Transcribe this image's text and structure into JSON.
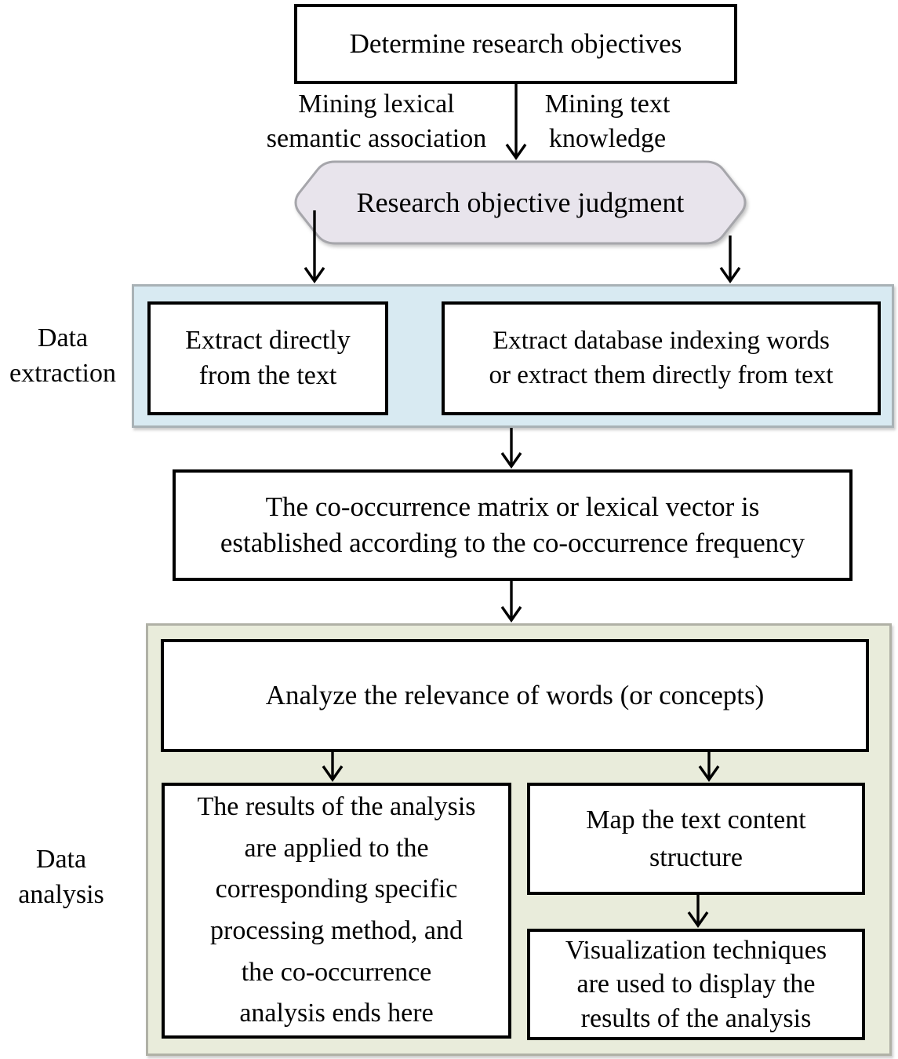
{
  "diagram": {
    "nodes": {
      "determine": {
        "label": "Determine research objectives"
      },
      "branch_left": {
        "lines": [
          "Mining lexical",
          "semantic association"
        ]
      },
      "branch_right": {
        "lines": [
          "Mining text",
          "knowledge"
        ]
      },
      "judgment": {
        "label": "Research objective judgment"
      },
      "extract_direct": {
        "lines": [
          "Extract directly",
          "from the text"
        ]
      },
      "extract_database": {
        "lines": [
          "Extract database indexing words",
          "or extract them directly from text"
        ]
      },
      "cooccurrence_matrix": {
        "lines": [
          "The co-occurrence matrix or lexical vector is",
          "established according to the co-occurrence frequency"
        ]
      },
      "analyze_relevance": {
        "label": "Analyze the relevance of words (or concepts)"
      },
      "apply_results": {
        "lines": [
          "The results of the analysis",
          "are applied to the",
          "corresponding specific",
          "processing method, and",
          "the co-occurrence",
          "analysis ends here"
        ]
      },
      "map_structure": {
        "lines": [
          "Map the text content",
          "structure"
        ]
      },
      "visualization": {
        "lines": [
          "Visualization techniques",
          "are used to display the",
          "results of the analysis"
        ]
      }
    },
    "sections": {
      "data_extraction": {
        "lines": [
          "Data",
          "extraction"
        ]
      },
      "data_analysis": {
        "lines": [
          "Data",
          "analysis"
        ]
      }
    },
    "colors": {
      "judgment_fill": "#e8e4ec",
      "judgment_border": "#a6a6ab",
      "extraction_fill": "#d8eaf2",
      "extraction_border": "#a9b2b6",
      "analysis_fill": "#e9ecdb",
      "analysis_border": "#b0b1a6",
      "node_fill": "#ffffff",
      "node_border": "#000000",
      "arrow": "#000000",
      "text": "#000000"
    }
  }
}
